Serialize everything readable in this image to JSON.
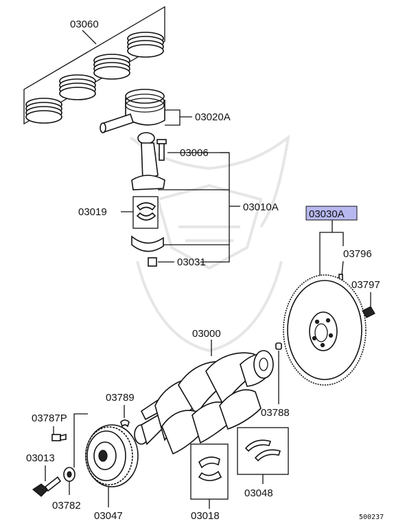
{
  "parts": {
    "piston_rings": "03060",
    "piston": "03020A",
    "rod_bolt": "03006",
    "rod_bearing": "03019",
    "connecting_rod": "03010A",
    "rod_nut": "03031",
    "flywheel": "03030A",
    "flywheel_pin": "03796",
    "flywheel_bolt": "03797",
    "crankshaft": "03000",
    "woodruff_key": "03789",
    "pilot_pin": "03788",
    "pulley_bolt_small": "03787P",
    "pulley_bolt": "03013",
    "washer": "03782",
    "damper_pulley": "03047",
    "main_bearing": "03018",
    "thrust_washer": "03048"
  },
  "diagram_id": "500237",
  "highlight_color": "#b8b8f0"
}
